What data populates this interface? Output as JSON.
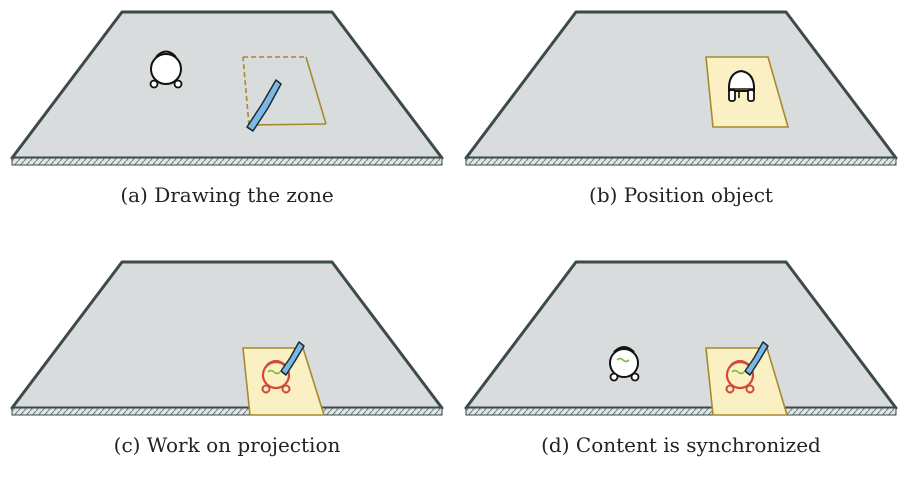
{
  "colors": {
    "table_fill": "#d8dcdc",
    "table_edge": "#3c4a4a",
    "zone_outline": "#a58a2e",
    "zone_fill": "#fbf0c4",
    "pen_blue": "#7cb8e6",
    "sketch_red": "#d04a3a",
    "sketch_green": "#7cbf3a"
  },
  "panels": [
    {
      "caption": "(a) Drawing the zone"
    },
    {
      "caption": "(b) Position object"
    },
    {
      "caption": "(c) Work on projection"
    },
    {
      "caption": "(d) Content is synchronized"
    }
  ]
}
